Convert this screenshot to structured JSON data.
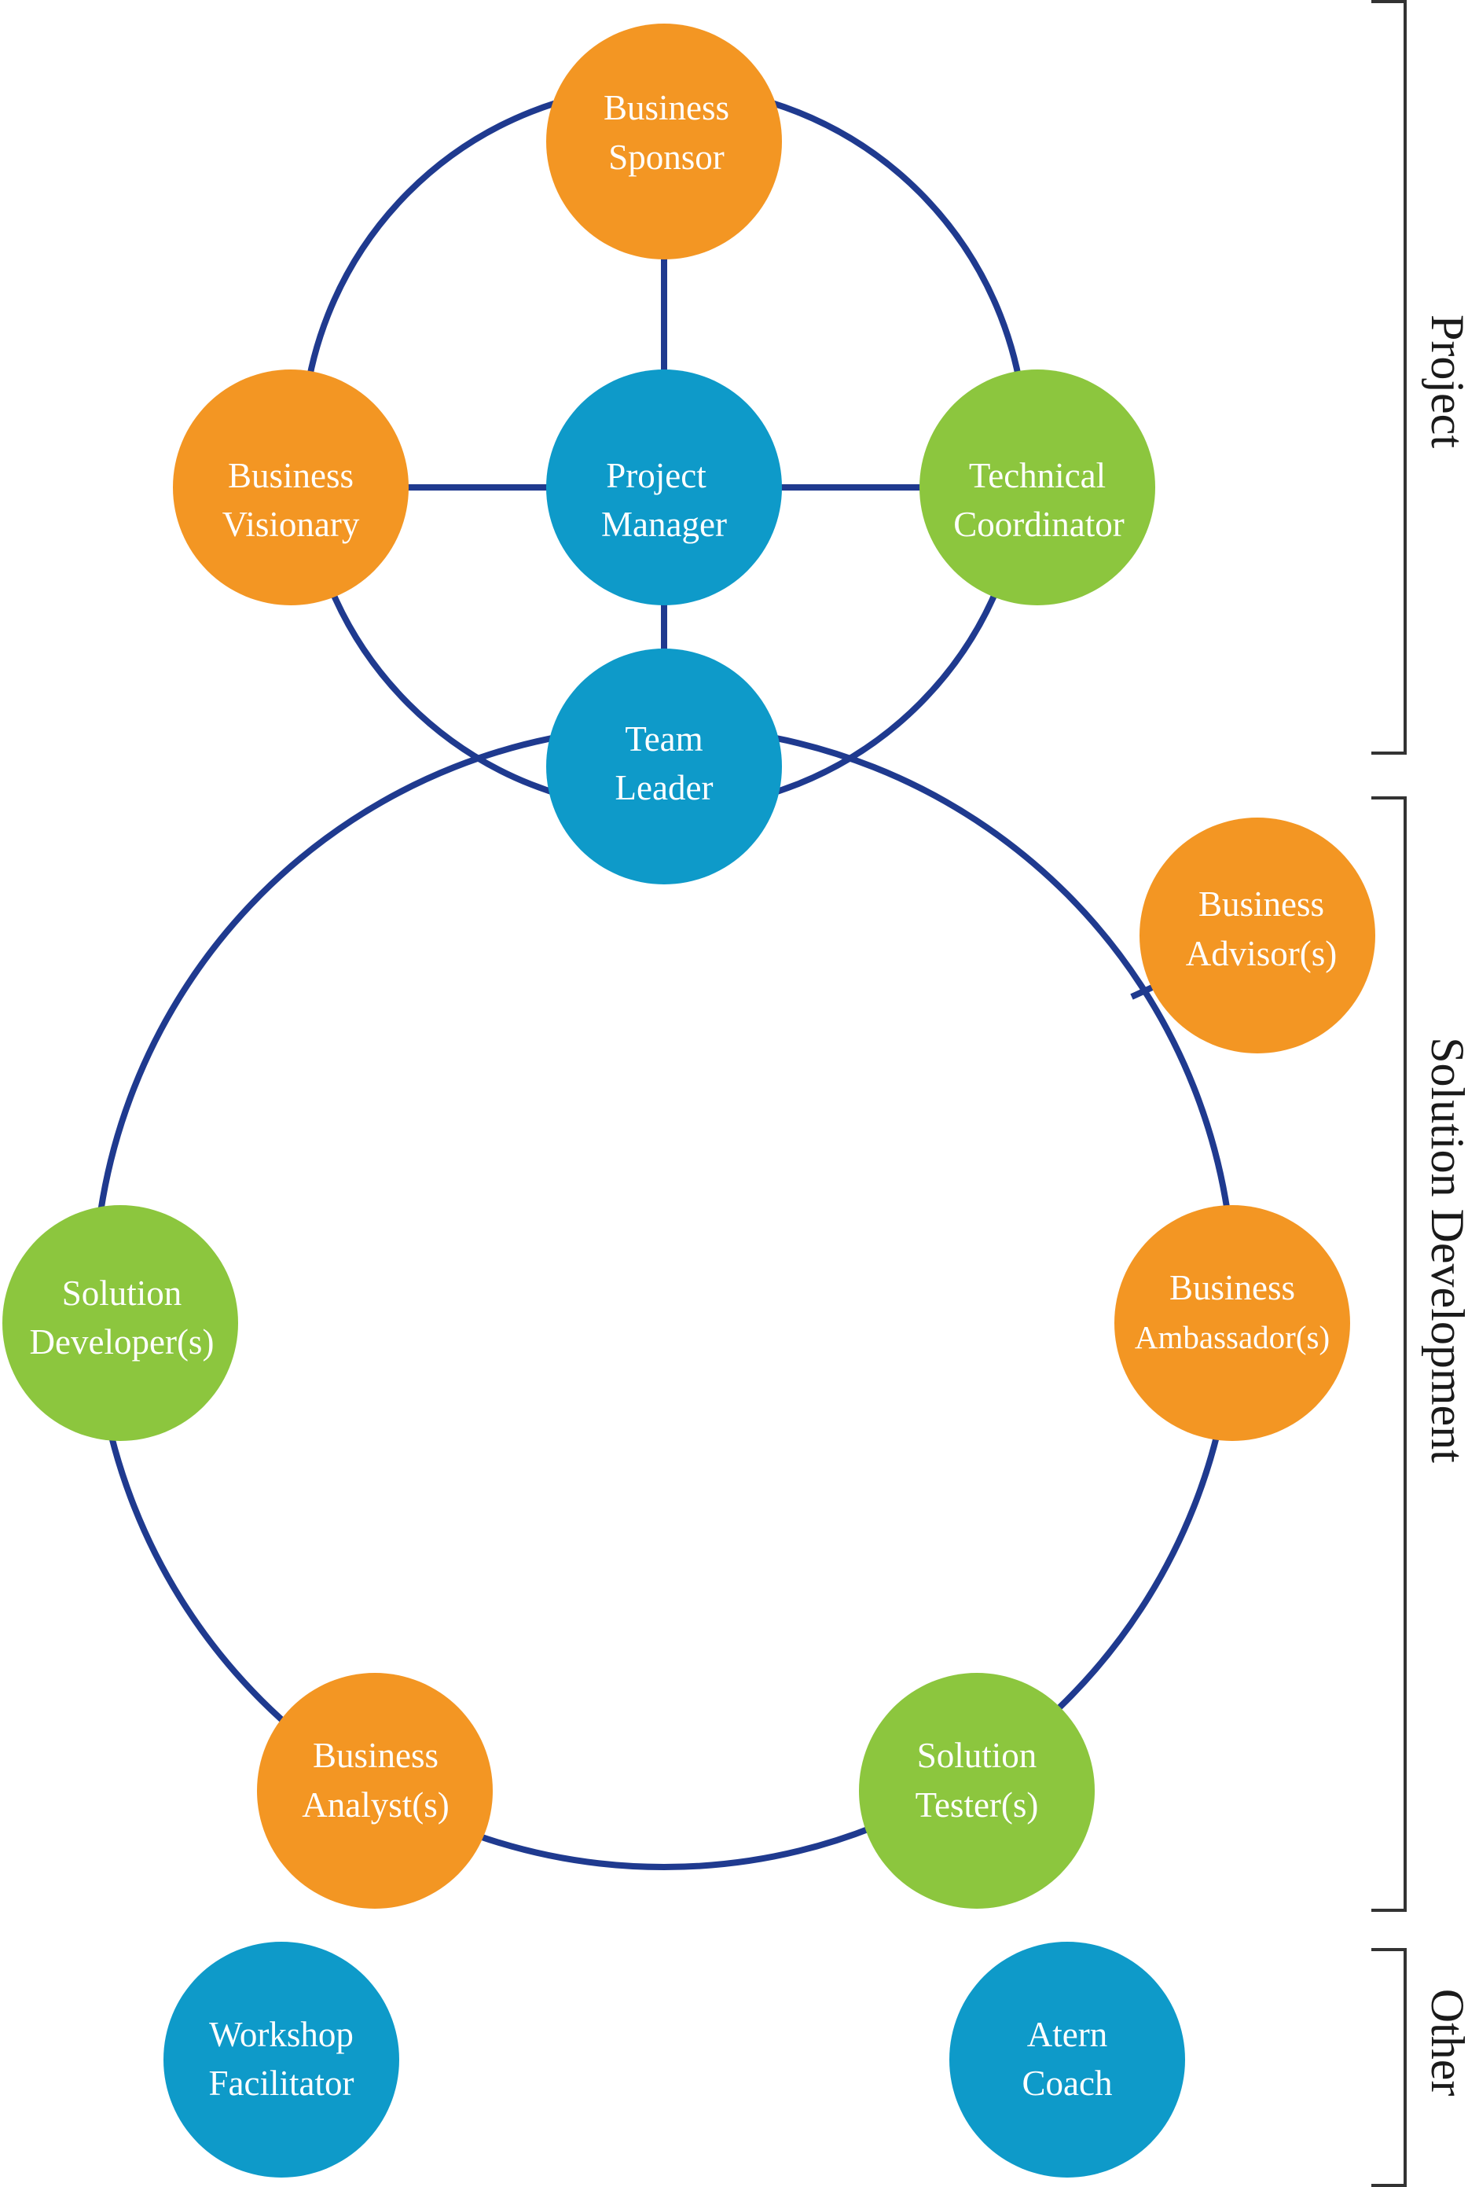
{
  "colors": {
    "orange": "#f39623",
    "blue": "#0e9ac9",
    "green": "#8cc63e",
    "line": "#1f3a8f"
  },
  "sections": {
    "project": "Project",
    "solution_development": "Solution Development",
    "other": "Other"
  },
  "roles": {
    "business_sponsor": {
      "line1": "Business",
      "line2": "Sponsor",
      "color": "orange"
    },
    "business_visionary": {
      "line1": "Business",
      "line2": "Visionary",
      "color": "orange"
    },
    "project_manager": {
      "line1": "Project",
      "line2": "Manager",
      "color": "blue"
    },
    "technical_coordinator": {
      "line1": "Technical",
      "line2": "Coordinator",
      "color": "green"
    },
    "team_leader": {
      "line1": "Team",
      "line2": "Leader",
      "color": "blue"
    },
    "business_advisor": {
      "line1": "Business",
      "line2": "Advisor(s)",
      "color": "orange"
    },
    "solution_developer": {
      "line1": "Solution",
      "line2": "Developer(s)",
      "color": "green"
    },
    "business_ambassador": {
      "line1": "Business",
      "line2": "Ambassador(s)",
      "color": "orange"
    },
    "business_analyst": {
      "line1": "Business",
      "line2": "Analyst(s)",
      "color": "orange"
    },
    "solution_tester": {
      "line1": "Solution",
      "line2": "Tester(s)",
      "color": "green"
    },
    "workshop_facilitator": {
      "line1": "Workshop",
      "line2": "Facilitator",
      "color": "blue"
    },
    "atern_coach": {
      "line1": "Atern",
      "line2": "Coach",
      "color": "blue"
    }
  }
}
